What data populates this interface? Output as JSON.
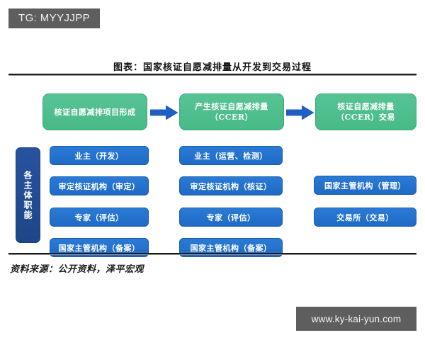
{
  "badge": {
    "label": "TG: MYYJJPP"
  },
  "figure": {
    "title": "图表：国家核证自愿减排量从开发到交易过程",
    "source": "资料来源：公开资料，泽平宏观"
  },
  "watermark": {
    "site": "www.ky-kai-yun.com"
  },
  "colors": {
    "stage_green": "#4cbc8c",
    "role_blue": "#2372cd",
    "label_navy": "#22529c",
    "arrow_blue": "#1f5fc4",
    "badge_gray": "#5e5e5e",
    "rule_black": "#1a1a1a"
  },
  "diagram": {
    "roles_axis_label": "各主体职能",
    "stages": [
      {
        "label": "核证自愿减排项目形成"
      },
      {
        "label": "产生核证自愿减排量（CCER）"
      },
      {
        "label": "核证自愿减排量（CCER）交易"
      }
    ],
    "arrows": [
      {
        "name": "stage-arrow-1"
      },
      {
        "name": "stage-arrow-2"
      }
    ],
    "columns": [
      {
        "roles": [
          "业主（开发）",
          "审定核证机构（审定）",
          "专家（评估）",
          "国家主管机构（备案）"
        ]
      },
      {
        "roles": [
          "业主（运营、检测）",
          "审定核证机构（核证）",
          "专家（评估）",
          "国家主管机构（备案）"
        ]
      },
      {
        "roles": [
          "国家主管机构（管理）",
          "交易所（交易）"
        ]
      }
    ]
  }
}
